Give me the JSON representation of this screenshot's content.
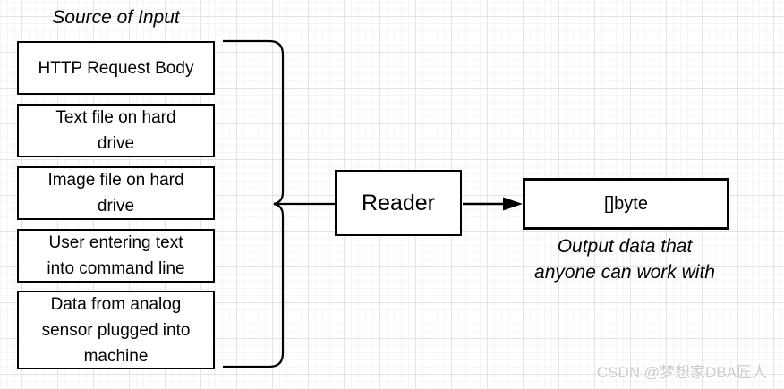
{
  "colors": {
    "stroke": "#000000",
    "box_fill": "#ffffff",
    "grid_major": "#e3e3e3",
    "grid_minor": "#f6f6f6",
    "watermark": "#cccccc"
  },
  "diagram": {
    "title": "Source of Input",
    "input_boxes": [
      {
        "label": "HTTP Request Body"
      },
      {
        "label": "Text file on hard drive"
      },
      {
        "label": "Image file on hard drive"
      },
      {
        "label": "User entering text into command line"
      },
      {
        "label": "Data from analog sensor plugged into machine"
      }
    ],
    "reader_box": {
      "label": "Reader"
    },
    "output_box": {
      "label": "[]byte"
    },
    "output_caption": "Output data that anyone can work with",
    "watermark": "CSDN @梦想家DBA匠人"
  }
}
